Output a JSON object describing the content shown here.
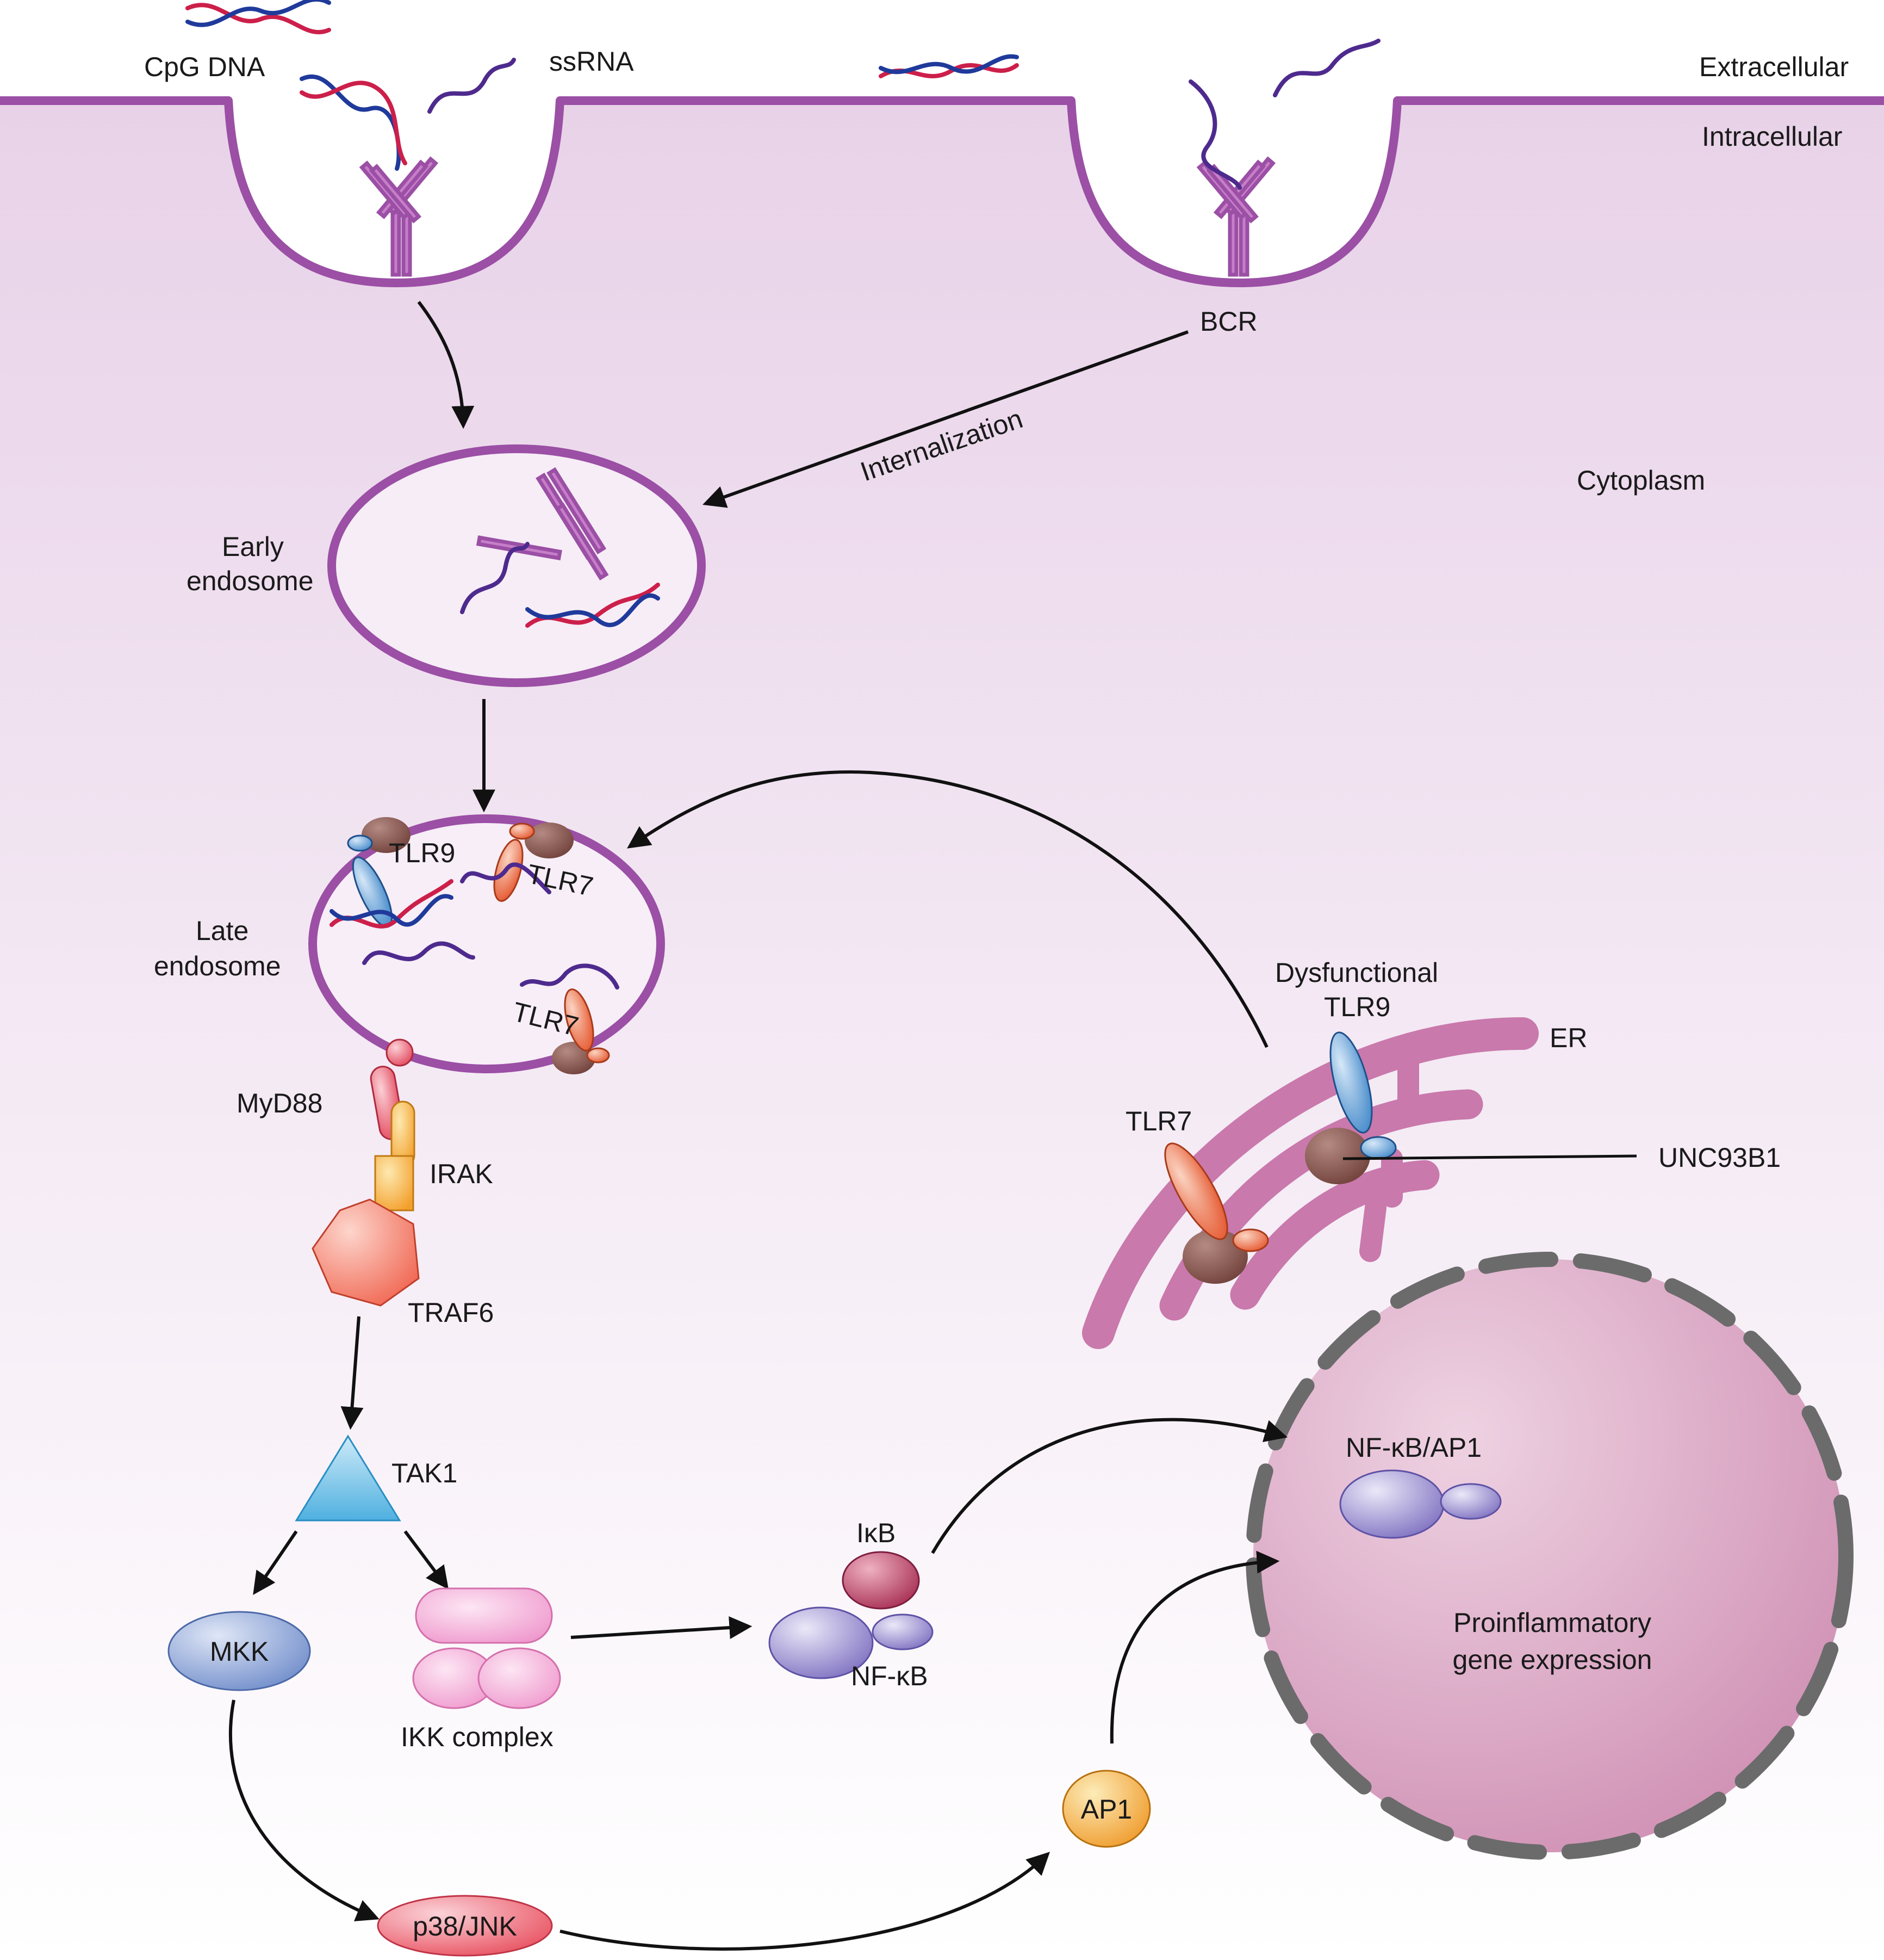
{
  "labels": {
    "cpg_dna": "CpG DNA",
    "ssrna": "ssRNA",
    "extracellular": "Extracellular",
    "intracellular": "Intracellular",
    "bcr": "BCR",
    "internalization": "Internalization",
    "cytoplasm": "Cytoplasm",
    "early_endosome_line1": "Early",
    "early_endosome_line2": "endosome",
    "late_endosome_line1": "Late",
    "late_endosome_line2": "endosome",
    "tlr9": "TLR9",
    "tlr7": "TLR7",
    "tlr7_lower": "TLR7",
    "myd88": "MyD88",
    "irak": "IRAK",
    "traf6": "TRAF6",
    "tak1": "TAK1",
    "mkk": "MKK",
    "ikk_complex": "IKK complex",
    "ikb": "IκB",
    "nfkb": "NF-κB",
    "p38_jnk": "p38/JNK",
    "ap1": "AP1",
    "dysfunctional_line1": "Dysfunctional",
    "dysfunctional_line2": "TLR9",
    "er": "ER",
    "tlr7_er": "TLR7",
    "unc93b1": "UNC93B1",
    "nfkb_ap1": "NF-κB/AP1",
    "nucleus_line1": "Proinflammatory",
    "nucleus_line2": "gene expression"
  },
  "colors": {
    "membrane": "#9b4fa5",
    "cytoplasm_top": "#e9d5e9",
    "dna_red": "#cc1f4a",
    "dna_blue": "#1f3a9b",
    "rna_purple": "#4e2a8e",
    "er": "#c979ac",
    "nucleus": "#d59dbd",
    "nuclear_envelope": "#6b6b6b",
    "tlr9": "#3f86c8",
    "tlr7": "#e6633a",
    "unc93b1": "#7a4a44",
    "tak1": "#62b8e3",
    "mkk": "#7f9ad0",
    "ikk": "#f2a6d4",
    "ikb": "#b23a5d",
    "nfkb": "#8a7dc7",
    "ap1": "#f1a63a",
    "p38_jnk": "#ec6173",
    "traf6": "#f47f6c",
    "irak": "#f2a83a",
    "myd88": "#ea5b6c",
    "arrow": "#111111"
  }
}
